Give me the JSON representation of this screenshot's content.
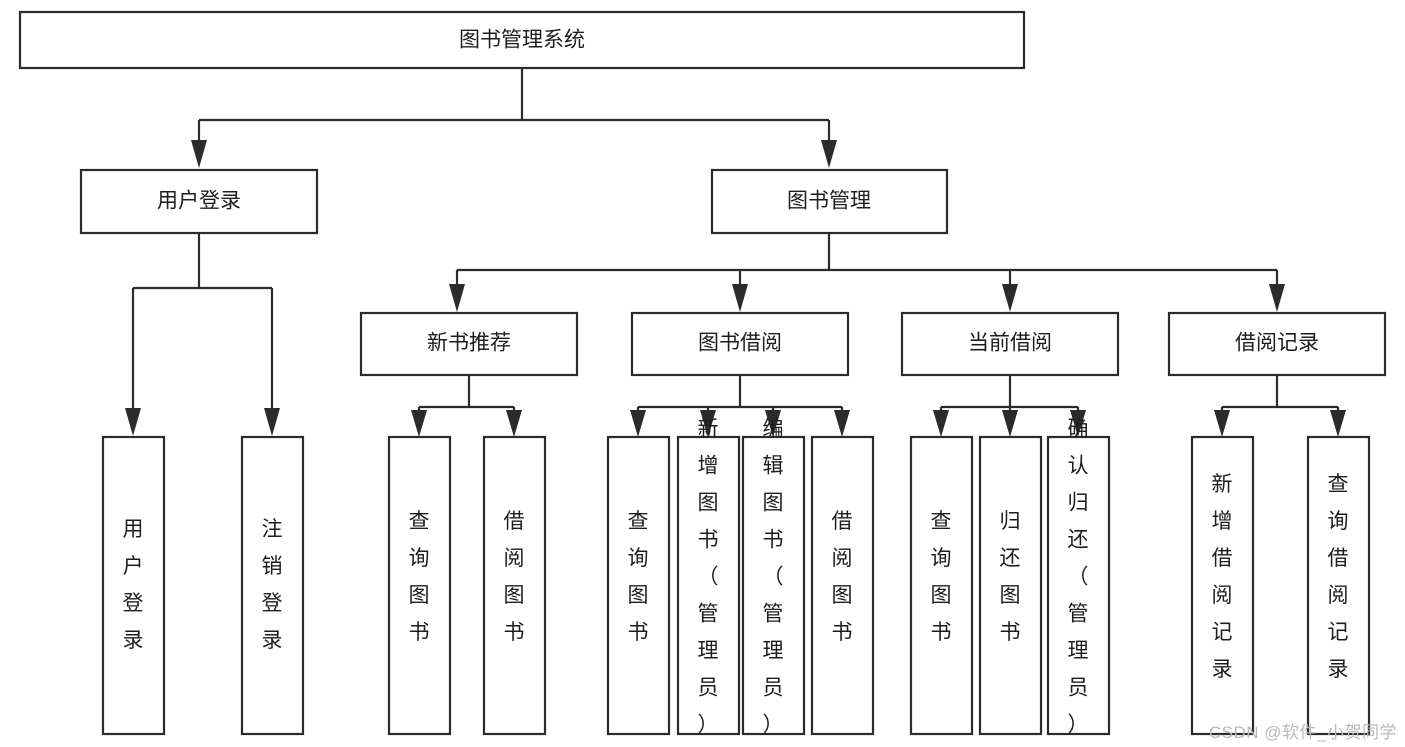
{
  "diagram": {
    "type": "tree-hierarchy",
    "title": "图书管理系统",
    "root": {
      "id": "root",
      "label": "图书管理系统",
      "orientation": "horizontal"
    },
    "level2": [
      {
        "id": "user-login",
        "label": "用户登录",
        "orientation": "horizontal"
      },
      {
        "id": "book-management",
        "label": "图书管理",
        "orientation": "horizontal"
      }
    ],
    "level3": [
      {
        "id": "new-book-recommend",
        "label": "新书推荐",
        "orientation": "horizontal",
        "parent": "book-management"
      },
      {
        "id": "book-borrow",
        "label": "图书借阅",
        "orientation": "horizontal",
        "parent": "book-management"
      },
      {
        "id": "current-borrow",
        "label": "当前借阅",
        "orientation": "horizontal",
        "parent": "book-management"
      },
      {
        "id": "borrow-record",
        "label": "借阅记录",
        "orientation": "horizontal",
        "parent": "book-management"
      }
    ],
    "leaves": [
      {
        "id": "leaf-user-login",
        "label": "用户登录",
        "orientation": "vertical",
        "parent": "user-login"
      },
      {
        "id": "leaf-logout",
        "label": "注销登录",
        "orientation": "vertical",
        "parent": "user-login"
      },
      {
        "id": "leaf-query-book-1",
        "label": "查询图书",
        "orientation": "vertical",
        "parent": "new-book-recommend"
      },
      {
        "id": "leaf-borrow-book-1",
        "label": "借阅图书",
        "orientation": "vertical",
        "parent": "new-book-recommend"
      },
      {
        "id": "leaf-query-book-2",
        "label": "查询图书",
        "orientation": "vertical",
        "parent": "book-borrow"
      },
      {
        "id": "leaf-add-book",
        "label": "新增图书（管理员）",
        "orientation": "vertical",
        "parent": "book-borrow"
      },
      {
        "id": "leaf-edit-book",
        "label": "编辑图书（管理员）",
        "orientation": "vertical",
        "parent": "book-borrow"
      },
      {
        "id": "leaf-borrow-book-2",
        "label": "借阅图书",
        "orientation": "vertical",
        "parent": "book-borrow"
      },
      {
        "id": "leaf-query-book-3",
        "label": "查询图书",
        "orientation": "vertical",
        "parent": "current-borrow"
      },
      {
        "id": "leaf-return-book",
        "label": "归还图书",
        "orientation": "vertical",
        "parent": "current-borrow"
      },
      {
        "id": "leaf-confirm-return",
        "label": "确认归还（管理员）",
        "orientation": "vertical",
        "parent": "current-borrow"
      },
      {
        "id": "leaf-add-record",
        "label": "新增借阅记录",
        "orientation": "vertical",
        "parent": "borrow-record"
      },
      {
        "id": "leaf-query-record",
        "label": "查询借阅记录",
        "orientation": "vertical",
        "parent": "borrow-record"
      }
    ],
    "colors": {
      "stroke": "#2b2b2b",
      "fill": "#ffffff",
      "text": "#1d1d1d",
      "watermark": "#b9b9b9",
      "background": "#ffffff"
    }
  },
  "watermark": {
    "text": "CSDN @软件_小贺同学"
  }
}
